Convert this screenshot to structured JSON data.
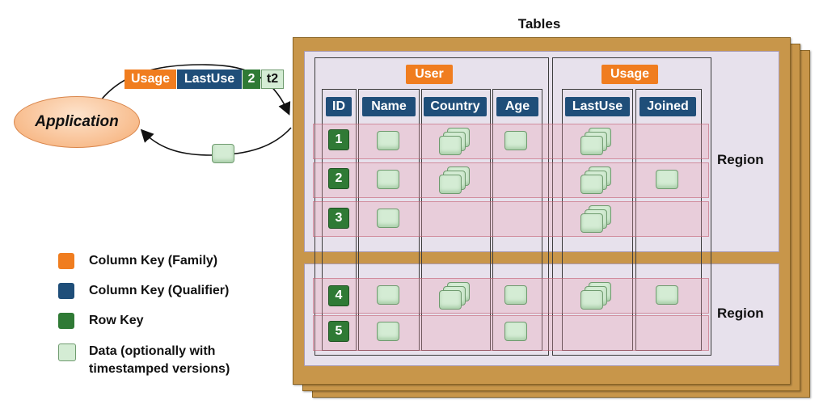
{
  "title": "Tables",
  "application": "Application",
  "request": {
    "family": "Usage",
    "qualifier": "LastUse",
    "row": "2",
    "timestamp": "t2"
  },
  "families": [
    {
      "name": "User",
      "qualifiers": [
        "ID",
        "Name",
        "Country",
        "Age"
      ]
    },
    {
      "name": "Usage",
      "qualifiers": [
        "LastUse",
        "Joined"
      ]
    }
  ],
  "regions": [
    {
      "label": "Region",
      "rows": [
        "1",
        "2",
        "3"
      ]
    },
    {
      "label": "Region",
      "rows": [
        "4",
        "5"
      ]
    }
  ],
  "cells": {
    "1": {
      "Name": "single",
      "Country": "versioned",
      "Age": "single",
      "LastUse": "versioned",
      "Joined": ""
    },
    "2": {
      "Name": "single",
      "Country": "versioned",
      "Age": "",
      "LastUse": "versioned",
      "Joined": "single"
    },
    "3": {
      "Name": "single",
      "Country": "",
      "Age": "",
      "LastUse": "versioned",
      "Joined": ""
    },
    "4": {
      "Name": "single",
      "Country": "versioned",
      "Age": "single",
      "LastUse": "versioned",
      "Joined": "single"
    },
    "5": {
      "Name": "single",
      "Country": "",
      "Age": "single",
      "LastUse": "",
      "Joined": ""
    }
  },
  "legend": [
    {
      "label": "Column Key (Family)",
      "color": "#f07d1f"
    },
    {
      "label": "Column Key (Qualifier)",
      "color": "#1f4e79"
    },
    {
      "label": "Row Key",
      "color": "#2f7a35"
    },
    {
      "label": "Data (optionally with timestamped versions)",
      "color": "#d4ecd4"
    }
  ],
  "colors": {
    "family": "#f07d1f",
    "qualifier": "#1f4e79",
    "row_key": "#2f7a35",
    "data": "#d4ecd4",
    "table": "#c8964a",
    "region": "#e7e1ec"
  }
}
